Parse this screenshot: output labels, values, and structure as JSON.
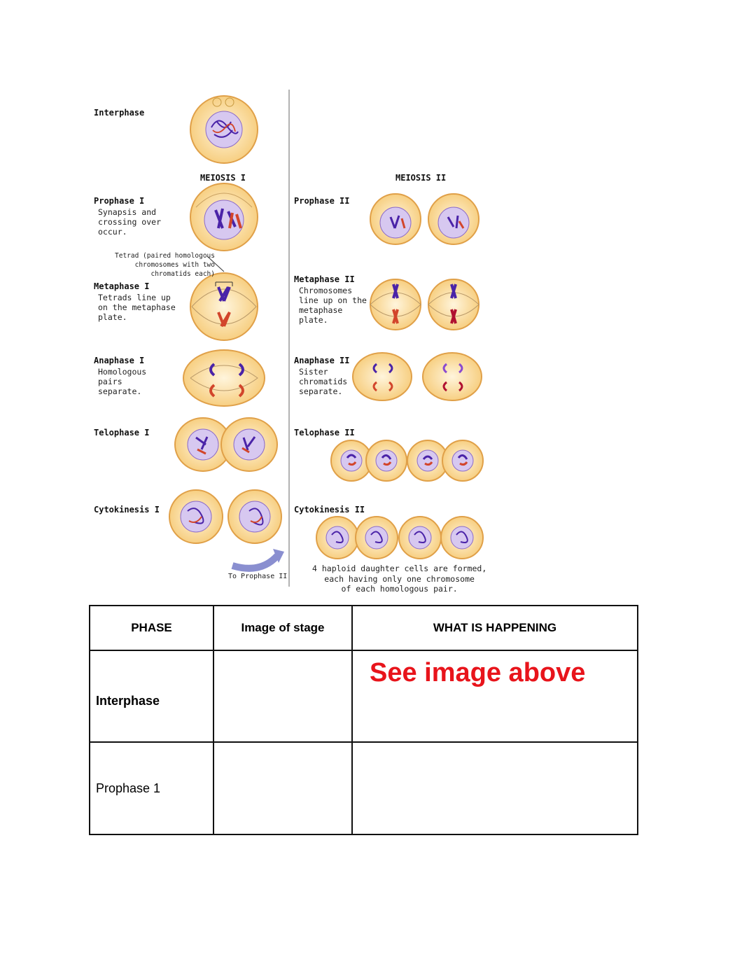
{
  "diagram": {
    "interphase": "Interphase",
    "meiosis1_heading": "MEIOSIS I",
    "meiosis2_heading": "MEIOSIS II",
    "left": [
      {
        "label": "Prophase I",
        "desc": "Synapsis and\ncrossing over\noccur."
      },
      {
        "label": "Metaphase I",
        "desc": "Tetrads line up\non the metaphase\nplate."
      },
      {
        "label": "Anaphase I",
        "desc": "Homologous\npairs\nseparate."
      },
      {
        "label": "Telophase I",
        "desc": ""
      },
      {
        "label": "Cytokinesis I",
        "desc": ""
      }
    ],
    "right": [
      {
        "label": "Prophase II",
        "desc": ""
      },
      {
        "label": "Metaphase II",
        "desc": "Chromosomes\nline up on the\nmetaphase\nplate."
      },
      {
        "label": "Anaphase II",
        "desc": "Sister\nchromatids\nseparate."
      },
      {
        "label": "Telophase II",
        "desc": ""
      },
      {
        "label": "Cytokinesis II",
        "desc": ""
      }
    ],
    "tetrad_note": "Tetrad (paired homologous\nchromosomes with two\nchromatids each)",
    "to_prophase": "To Prophase II",
    "footnote": "4 haploid daughter cells are formed,\neach having only one chromosome\nof each homologous pair."
  },
  "table": {
    "headers": [
      "PHASE",
      "Image of stage",
      "WHAT IS HAPPENING"
    ],
    "rows": [
      {
        "phase": "Interphase",
        "image": "",
        "happening": "See image above"
      },
      {
        "phase": "Prophase 1",
        "image": "",
        "happening": ""
      }
    ]
  },
  "colors": {
    "cell_fill": "#fde7b4",
    "cell_border": "#e8a94a",
    "nucleus": "#d7c8f0",
    "chromosome_blue": "#4a23a8",
    "chromosome_red": "#d2452b",
    "accent_red": "#e8141b"
  }
}
